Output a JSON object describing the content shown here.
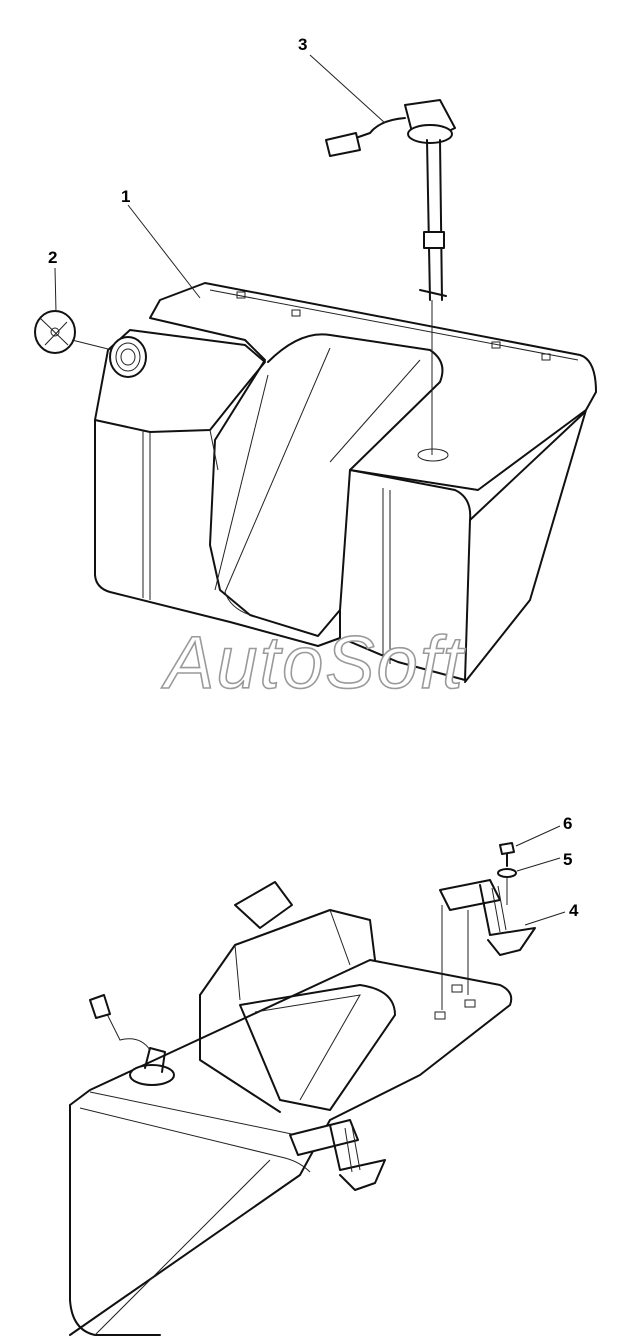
{
  "watermark": "AutoSoft",
  "callouts": [
    "1",
    "2",
    "3",
    "4",
    "5",
    "6"
  ]
}
